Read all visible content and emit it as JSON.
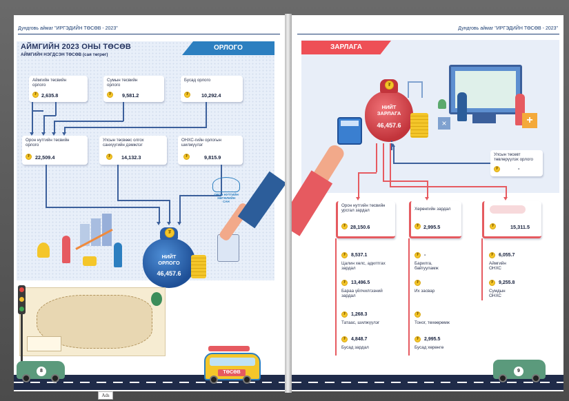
{
  "header": {
    "running_title": "Дундговь аймаг \"ИРГЭДИЙН ТӨСӨВ - 2023\""
  },
  "left_page": {
    "title": "АЙМГИЙН 2023 ОНЫ ТӨСӨВ",
    "subtitle": "АЙМГИЙН НЭГДСЭН ТӨСӨВ (сая төгрөг)",
    "ribbon": "ОРЛОГО",
    "sources": [
      {
        "label": "Аймгийн төсвийн орлого",
        "value": "2,635.8"
      },
      {
        "label": "Сумын төсвийн орлого",
        "value": "9,581.2"
      },
      {
        "label": "Бусад орлого",
        "value": "10,292.4"
      }
    ],
    "middle": [
      {
        "label": "Орон нутгийн төсвийн орлого",
        "value": "22,509.4"
      },
      {
        "label": "Улсын төсвөөс олгох санхүүгийн дэмжлэг",
        "value": "14,132.3"
      },
      {
        "label": "ОНХС-гийн орлогын шилжүүлэг",
        "value": "9,815.9"
      }
    ],
    "total": {
      "label_1": "НИЙТ",
      "label_2": "ОРЛОГО",
      "value": "46,457.6"
    },
    "logo": {
      "line_1": "ОРОН НУТГИЙН",
      "line_2": "ХӨГЖЛИЙН",
      "line_3": "САН"
    },
    "page_number": "8"
  },
  "right_page": {
    "ribbon": "ЗАРЛАГА",
    "total": {
      "label_1": "НИЙТ",
      "label_2": "ЗАРЛАГА",
      "value": "46,457.6"
    },
    "transfer": {
      "label": "Улсын төсөвт төвлөрүүлэх орлого",
      "value": "-"
    },
    "categories": [
      {
        "label": "Орон нутгийн төсвийн урсгал зардал",
        "value": "28,150.6",
        "items": [
          {
            "value": "8,537.1",
            "label": "Цалин хөлс, адилтгах зардал"
          },
          {
            "value": "13,496.5",
            "label": "Бараа үйлчилгээний зардал"
          },
          {
            "value": "1,268.3",
            "label": "Татаас, шилжүүлэг"
          },
          {
            "value": "4,848.7",
            "label": "Бусад зардал"
          }
        ]
      },
      {
        "label": "Хөрөнгийн зардал",
        "value": "2,995.5",
        "items": [
          {
            "value": "-",
            "label": "Барилга, байгууламж"
          },
          {
            "value": "",
            "label": "Их засвар"
          },
          {
            "value": "",
            "label": "Тоног, төхөөрөмж"
          },
          {
            "value": "2,995.5",
            "label": "Бусад хөрөнгө"
          }
        ]
      },
      {
        "label": "",
        "value": "15,311.5",
        "items": [
          {
            "value": "6,055.7",
            "label": "Аймгийн ОНХС"
          },
          {
            "value": "9,255.8",
            "label": "Сумдын ОНХС"
          }
        ]
      }
    ],
    "page_number": "9"
  },
  "bus_label": "ТӨСӨВ",
  "ads_label": "Ads",
  "colors": {
    "navy": "#24335f",
    "blue": "#2c7fc0",
    "red": "#ee4f56",
    "gold": "#f4c62a",
    "panel": "#e9f0fa"
  }
}
